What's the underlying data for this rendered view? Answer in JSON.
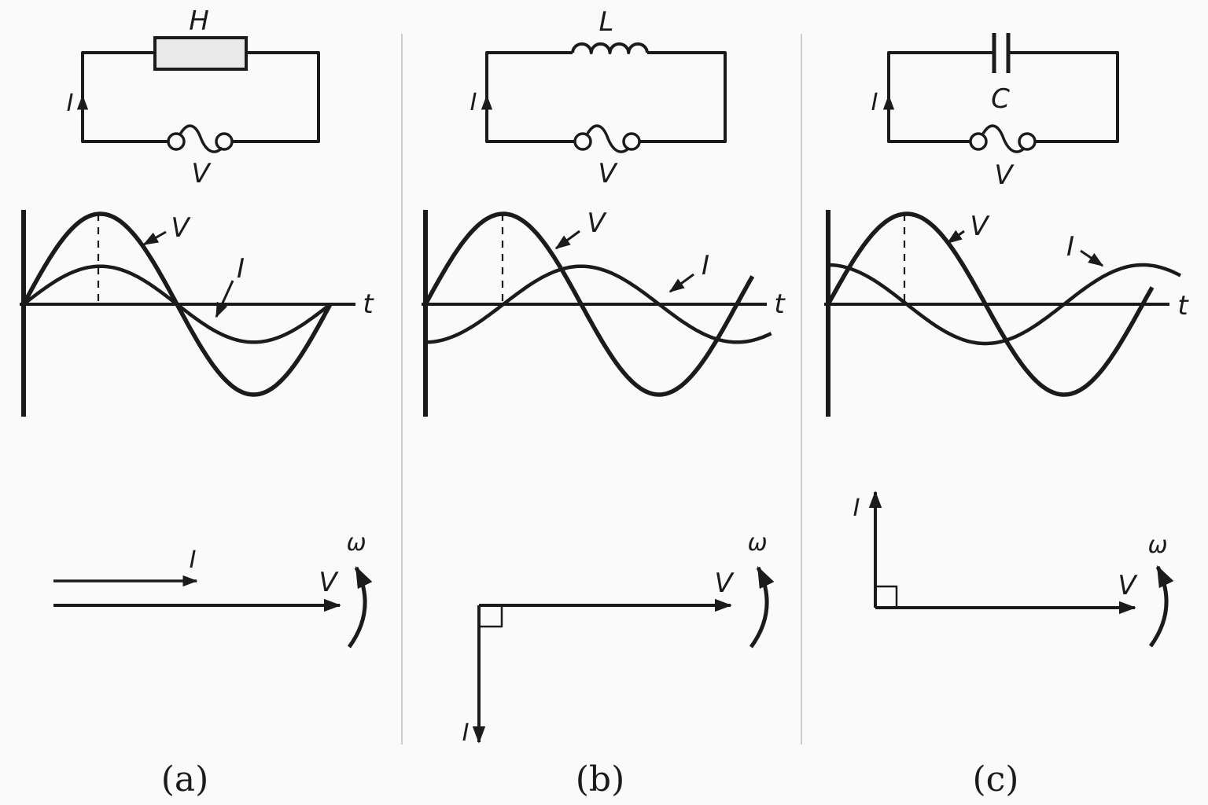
{
  "figure": {
    "description": "Phase relationship between voltage and current in AC circuits: resistive (a), inductive (b), capacitive (c)",
    "background_color": "#fafafa",
    "line_color": "#1b1b1b",
    "divider_color": "#cccccc"
  },
  "panels": [
    {
      "caption": "(a)",
      "circuit": {
        "component": "resistor",
        "component_label": "H",
        "current_label": "I",
        "source_label": "V"
      },
      "waveform": {
        "v_label": "V",
        "i_label": "I",
        "t_label": "t",
        "phase_relation": "V and I in phase"
      },
      "phasor": {
        "i_label": "I",
        "v_label": "V",
        "omega_label": "ω",
        "i_direction": "parallel to V"
      }
    },
    {
      "caption": "(b)",
      "circuit": {
        "component": "inductor",
        "component_label": "L",
        "current_label": "I",
        "source_label": "V"
      },
      "waveform": {
        "v_label": "V",
        "i_label": "I",
        "t_label": "t",
        "phase_relation": "I lags V by 90°"
      },
      "phasor": {
        "i_label": "I",
        "v_label": "V",
        "omega_label": "ω",
        "i_direction": "90° behind V, pointing down"
      }
    },
    {
      "caption": "(c)",
      "circuit": {
        "component": "capacitor",
        "component_label": "C",
        "current_label": "I",
        "source_label": "V"
      },
      "waveform": {
        "v_label": "V",
        "i_label": "I",
        "t_label": "t",
        "phase_relation": "I leads V by 90°"
      },
      "phasor": {
        "i_label": "I",
        "v_label": "V",
        "omega_label": "ω",
        "i_direction": "90° ahead of V, pointing up"
      }
    }
  ],
  "chart_data": [
    {
      "type": "line",
      "panel": "a",
      "x_axis_label": "t",
      "series": [
        {
          "name": "V",
          "amplitude": 1.0,
          "phase_deg": 0
        },
        {
          "name": "I",
          "amplitude": 0.42,
          "phase_deg": 0
        }
      ],
      "x_range_periods": [
        0,
        1.0
      ],
      "grid": false,
      "annotation": "dashed line marks V peak at T/4; V and I cross zero together"
    },
    {
      "type": "line",
      "panel": "b",
      "x_axis_label": "t",
      "series": [
        {
          "name": "V",
          "amplitude": 1.0,
          "phase_deg": 0
        },
        {
          "name": "I",
          "amplitude": 0.42,
          "phase_deg": -90
        }
      ],
      "x_range_periods": [
        0,
        1.11
      ],
      "grid": false,
      "annotation": "dashed line marks V peak at T/4; I starts at its minimum (lags by quarter period)"
    },
    {
      "type": "line",
      "panel": "c",
      "x_axis_label": "t",
      "series": [
        {
          "name": "V",
          "amplitude": 1.0,
          "phase_deg": 0
        },
        {
          "name": "I",
          "amplitude": 0.435,
          "phase_deg": 90
        }
      ],
      "x_range_periods": [
        0,
        1.12
      ],
      "grid": false,
      "annotation": "dashed line marks V peak at T/4; I starts at its maximum (leads by quarter period)"
    }
  ]
}
